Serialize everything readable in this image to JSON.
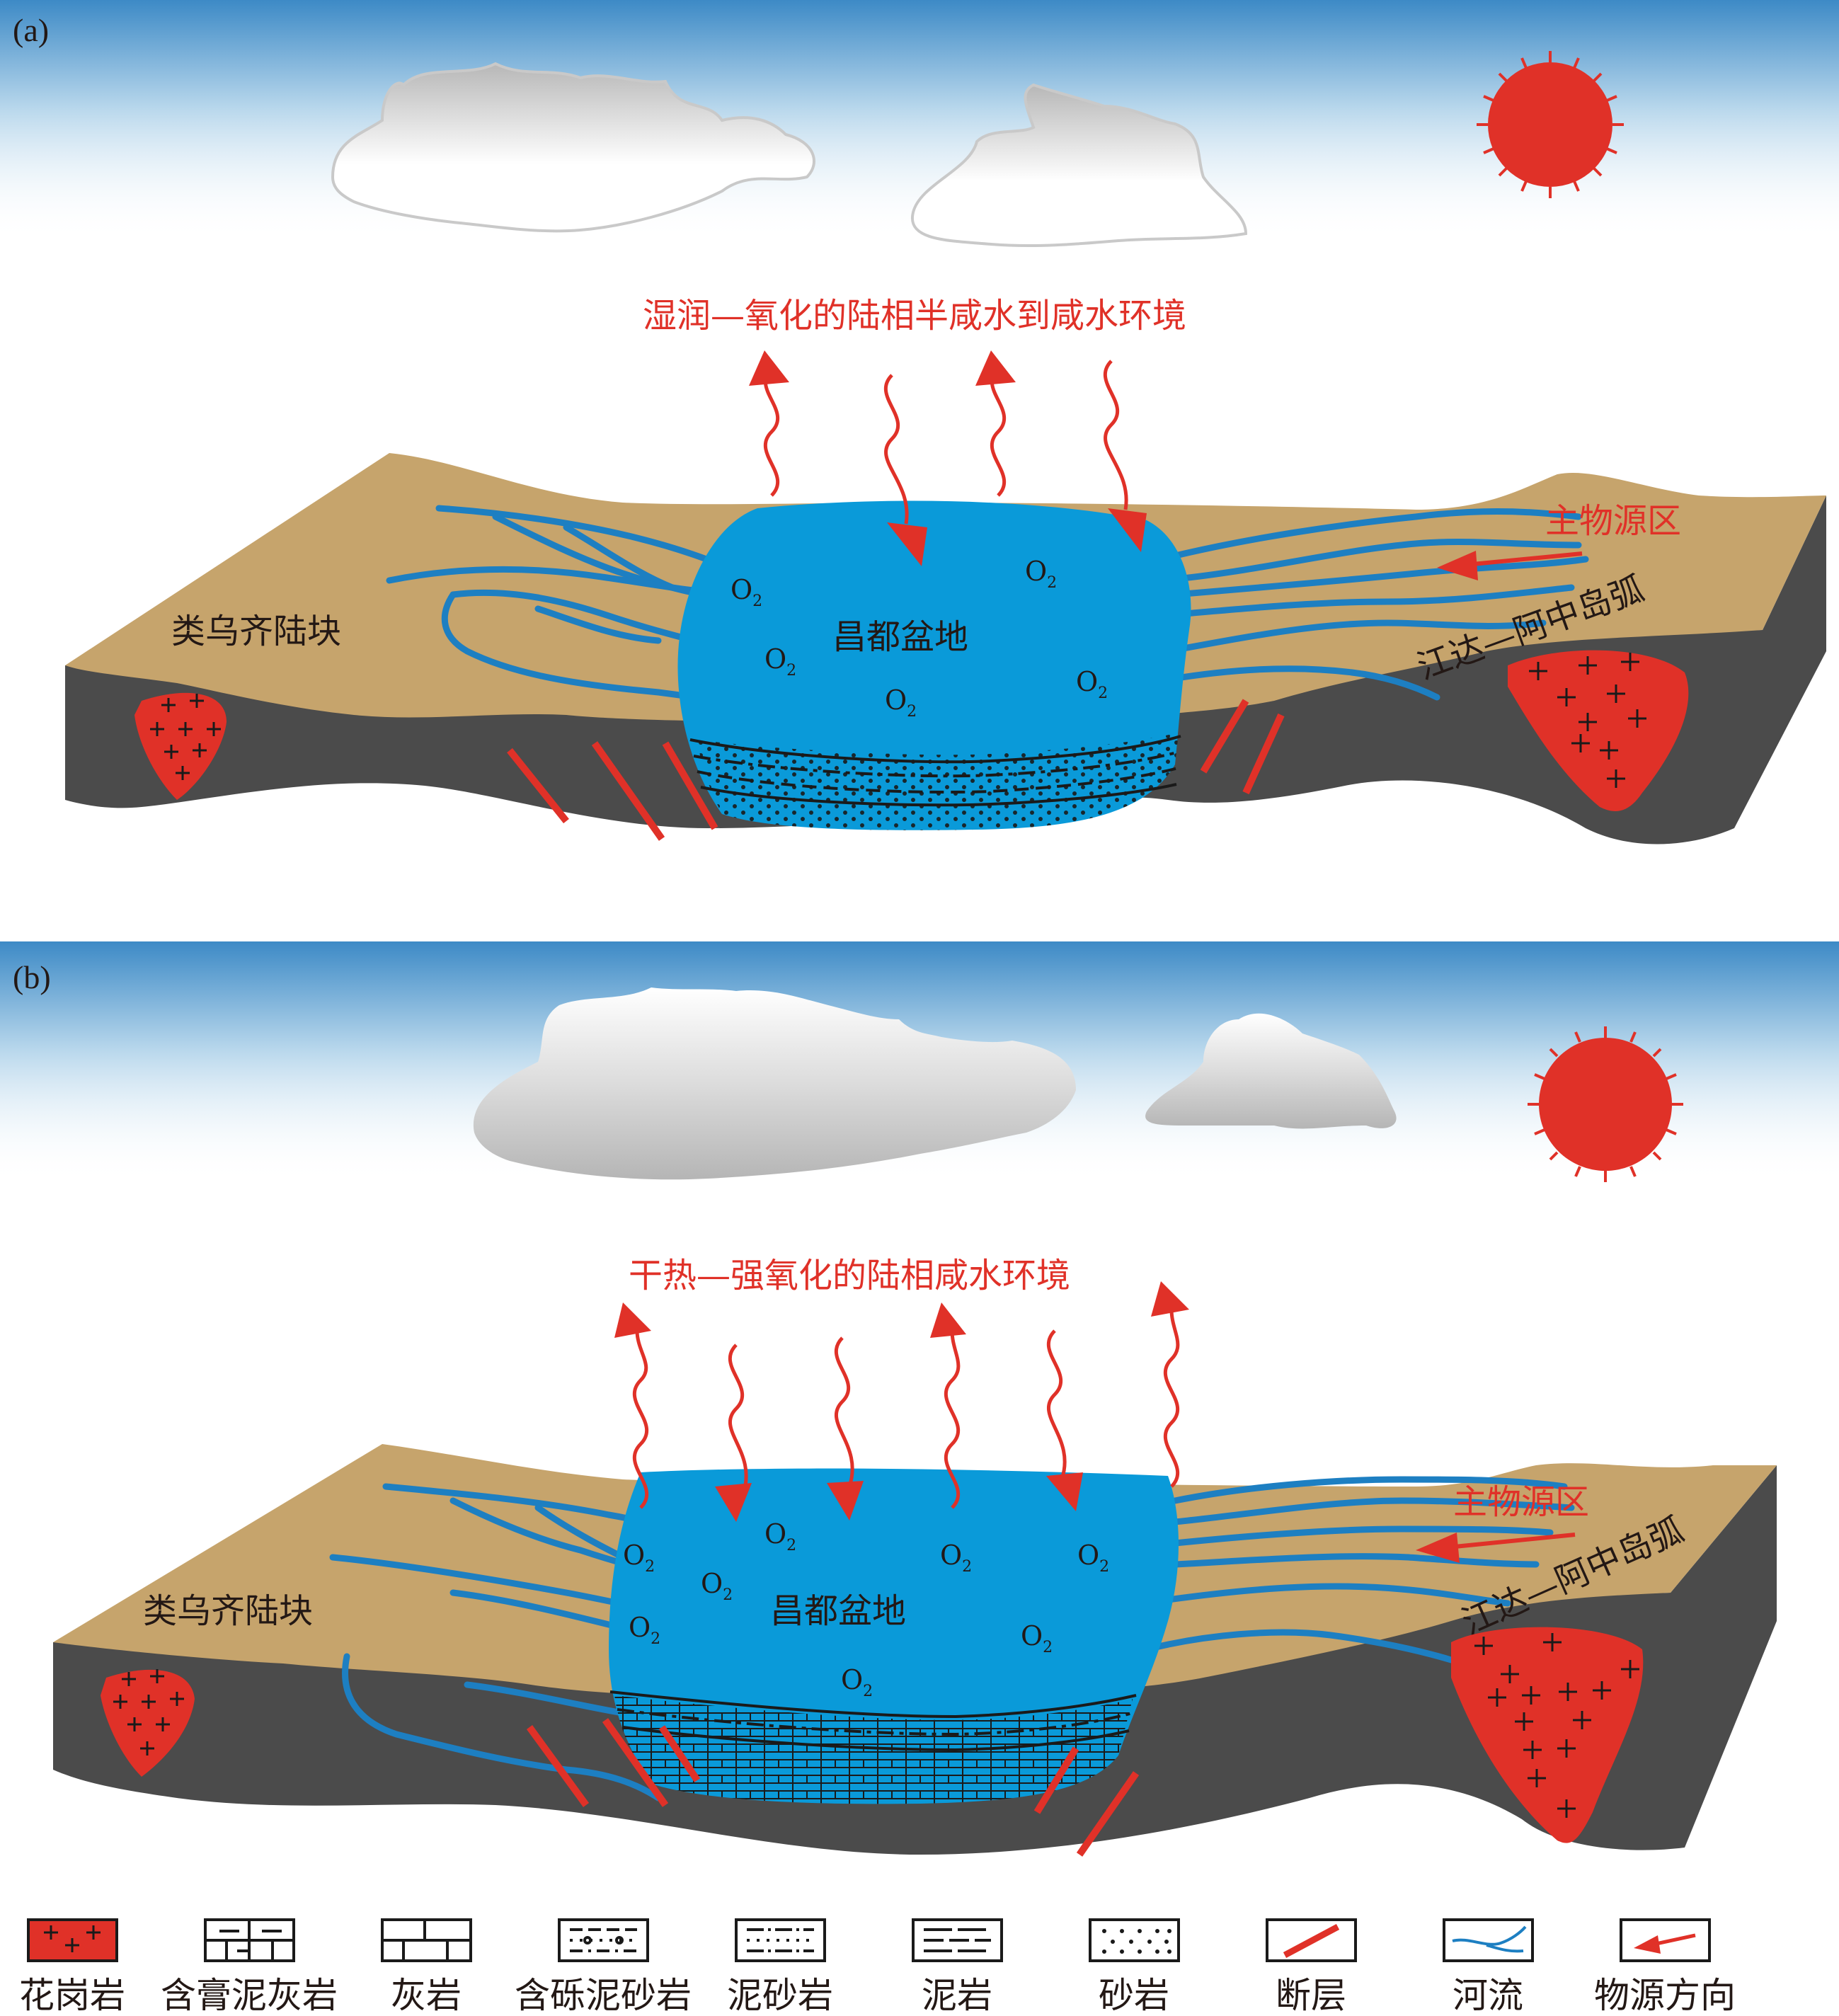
{
  "panel_a": {
    "label": "(a)",
    "environment": "湿润—氧化的陆相半咸水到咸水环境",
    "basin": "昌都盆地",
    "left_block": "类乌齐陆块",
    "right_arc": "江达—阿中岛弧",
    "source_area": "主物源区",
    "o2": [
      "O",
      "O",
      "O",
      "O",
      "O"
    ],
    "o2_sub": "2"
  },
  "panel_b": {
    "label": "(b)",
    "environment": "干热—强氧化的陆相咸水环境",
    "basin": "昌都盆地",
    "left_block": "类乌齐陆块",
    "right_arc": "江达—阿中岛弧",
    "source_area": "主物源区",
    "o2": [
      "O",
      "O",
      "O",
      "O",
      "O",
      "O",
      "O",
      "O"
    ],
    "o2_sub": "2"
  },
  "legend": [
    {
      "label": "花岗岩",
      "icon": "granite-icon"
    },
    {
      "label": "含膏泥灰岩",
      "icon": "gypsum-marl-icon"
    },
    {
      "label": "灰岩",
      "icon": "limestone-icon"
    },
    {
      "label": "含砾泥砂岩",
      "icon": "pebbly-muddy-sandstone-icon"
    },
    {
      "label": "泥砂岩",
      "icon": "muddy-sandstone-icon"
    },
    {
      "label": "泥岩",
      "icon": "mudstone-icon"
    },
    {
      "label": "砂岩",
      "icon": "sandstone-icon"
    },
    {
      "label": "断层",
      "icon": "fault-icon"
    },
    {
      "label": "河流",
      "icon": "river-icon"
    },
    {
      "label": "物源方向",
      "icon": "source-direction-icon"
    }
  ],
  "colors": {
    "sky": "#3d8ac6",
    "land": "#c6a46c",
    "rock": "#4b4b4b",
    "water": "#0a9ad9",
    "river": "#1d7fc2",
    "red": "#e03128"
  }
}
